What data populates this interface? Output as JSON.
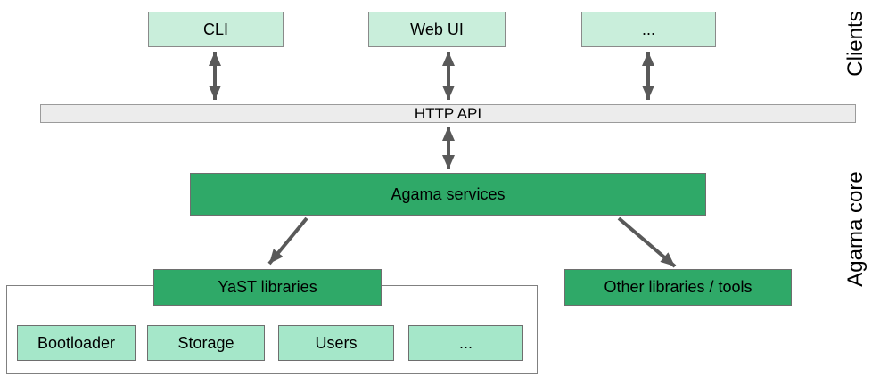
{
  "clients_section": {
    "label": "Clients",
    "boxes": [
      {
        "label": "CLI"
      },
      {
        "label": "Web UI"
      },
      {
        "label": "..."
      }
    ]
  },
  "http_api": {
    "label": "HTTP API"
  },
  "core_section": {
    "label": "Agama core",
    "services_box": {
      "label": "Agama services"
    },
    "yast_box": {
      "label": "YaST libraries"
    },
    "other_box": {
      "label": "Other libraries / tools"
    },
    "modules": [
      {
        "label": "Bootloader"
      },
      {
        "label": "Storage"
      },
      {
        "label": "Users"
      },
      {
        "label": "..."
      }
    ]
  },
  "colors": {
    "dark_green": "#2fa968",
    "mint_light": "#c9eedb",
    "mint_medium": "#a5e7c9",
    "bar_fill": "#ececec",
    "arrow_gray": "#595959",
    "border_gray": "#8a8a8a",
    "text": "#000000"
  }
}
